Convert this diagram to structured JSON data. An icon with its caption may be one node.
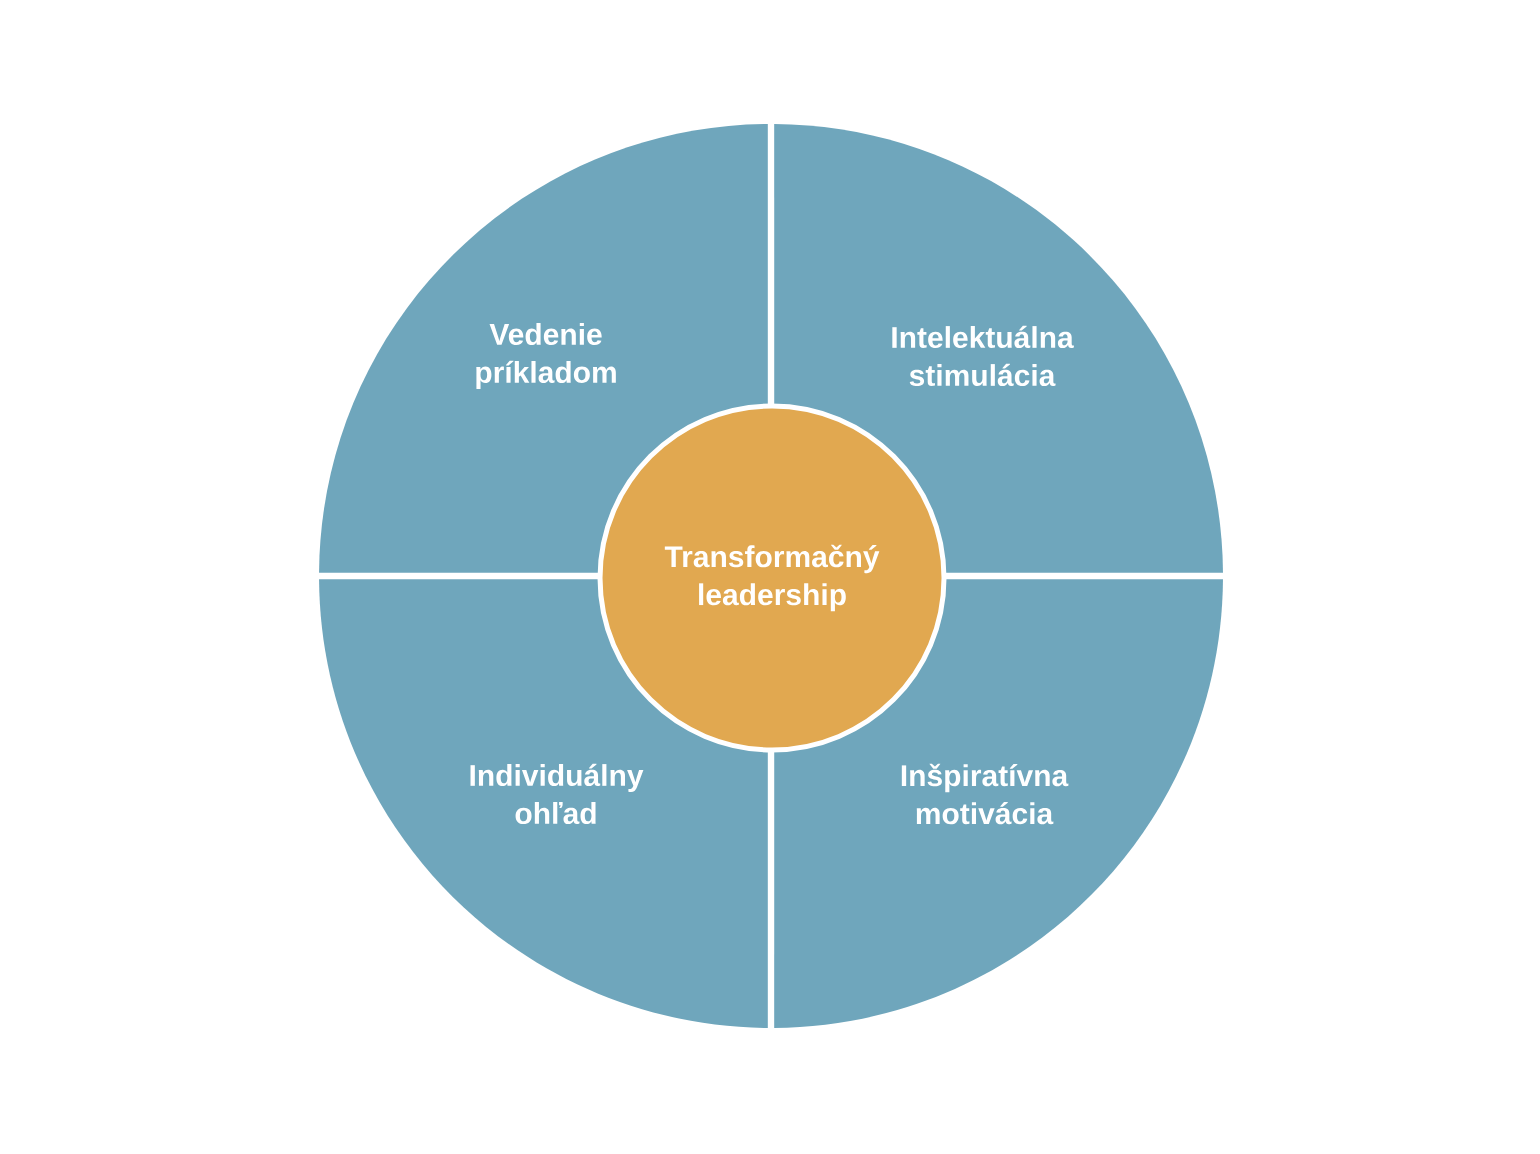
{
  "diagram": {
    "nodes": [
      {
        "text": [
          "Vedenie príkladom"
        ]
      },
      {
        "text": [
          "Intelektuálna stimulácia"
        ]
      },
      {
        "text": [
          "Transformačný leadership"
        ]
      },
      {
        "text": [
          "Individuálny ohľad"
        ]
      },
      {
        "text": [
          "Inšpiratívna motivácia"
        ]
      }
    ]
  }
}
